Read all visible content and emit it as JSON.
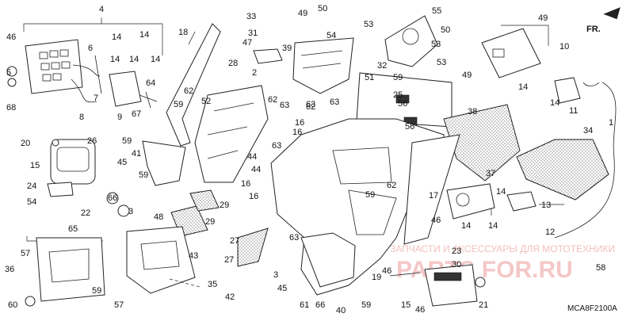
{
  "diagram": {
    "code": "MCA8F2100A",
    "direction_label": "FR.",
    "watermark_text": "ЗАПЧАСТИ И АКСЕССУАРЫ ДЛЯ МОТОТЕХНИКИ",
    "watermark_logo": "PARTS FOR.RU",
    "callouts": [
      {
        "id": "c1",
        "text": "46"
      },
      {
        "id": "c2",
        "text": "4"
      },
      {
        "id": "c3",
        "text": "18"
      },
      {
        "id": "c4",
        "text": "33"
      },
      {
        "id": "c5",
        "text": "49"
      },
      {
        "id": "c6",
        "text": "50"
      },
      {
        "id": "c7",
        "text": "53"
      },
      {
        "id": "c8",
        "text": "55"
      },
      {
        "id": "c9",
        "text": "49"
      },
      {
        "id": "c10",
        "text": "14"
      },
      {
        "id": "c11",
        "text": "14"
      },
      {
        "id": "c12",
        "text": "6"
      },
      {
        "id": "c13",
        "text": "14"
      },
      {
        "id": "c14",
        "text": "14"
      },
      {
        "id": "c15",
        "text": "14"
      },
      {
        "id": "c16",
        "text": "31"
      },
      {
        "id": "c17",
        "text": "47"
      },
      {
        "id": "c18",
        "text": "39"
      },
      {
        "id": "c19",
        "text": "54"
      },
      {
        "id": "c20",
        "text": "50"
      },
      {
        "id": "c21",
        "text": "53"
      },
      {
        "id": "c22",
        "text": "10"
      },
      {
        "id": "c23",
        "text": "5"
      },
      {
        "id": "c24",
        "text": "68"
      },
      {
        "id": "c25",
        "text": "7"
      },
      {
        "id": "c26",
        "text": "64"
      },
      {
        "id": "c27",
        "text": "28"
      },
      {
        "id": "c28",
        "text": "2"
      },
      {
        "id": "c29",
        "text": "51"
      },
      {
        "id": "c30",
        "text": "32"
      },
      {
        "id": "c31",
        "text": "59"
      },
      {
        "id": "c32",
        "text": "53"
      },
      {
        "id": "c33",
        "text": "49"
      },
      {
        "id": "c34",
        "text": "8"
      },
      {
        "id": "c35",
        "text": "9"
      },
      {
        "id": "c36",
        "text": "67"
      },
      {
        "id": "c37",
        "text": "62"
      },
      {
        "id": "c38",
        "text": "52"
      },
      {
        "id": "c39",
        "text": "62"
      },
      {
        "id": "c40",
        "text": "63"
      },
      {
        "id": "c41",
        "text": "25"
      },
      {
        "id": "c42",
        "text": "14"
      },
      {
        "id": "c43",
        "text": "14"
      },
      {
        "id": "c44",
        "text": "11"
      },
      {
        "id": "c45",
        "text": "59"
      },
      {
        "id": "c46",
        "text": "56"
      },
      {
        "id": "c47",
        "text": "38"
      },
      {
        "id": "c48",
        "text": "16"
      },
      {
        "id": "c49",
        "text": "16"
      },
      {
        "id": "c50",
        "text": "63"
      },
      {
        "id": "c51",
        "text": "62"
      },
      {
        "id": "c52",
        "text": "63"
      },
      {
        "id": "c53",
        "text": "56"
      },
      {
        "id": "c54",
        "text": "1"
      },
      {
        "id": "c55",
        "text": "20"
      },
      {
        "id": "c56",
        "text": "26"
      },
      {
        "id": "c57",
        "text": "59"
      },
      {
        "id": "c58",
        "text": "41"
      },
      {
        "id": "c59",
        "text": "44"
      },
      {
        "id": "c60",
        "text": "44"
      },
      {
        "id": "c61",
        "text": "34"
      },
      {
        "id": "c62",
        "text": "15"
      },
      {
        "id": "c63",
        "text": "45"
      },
      {
        "id": "c64",
        "text": "59"
      },
      {
        "id": "c65",
        "text": "63"
      },
      {
        "id": "c66",
        "text": "16"
      },
      {
        "id": "c67",
        "text": "37"
      },
      {
        "id": "c68",
        "text": "24"
      },
      {
        "id": "c69",
        "text": "66"
      },
      {
        "id": "c70",
        "text": "3"
      },
      {
        "id": "c71",
        "text": "16"
      },
      {
        "id": "c72",
        "text": "62"
      },
      {
        "id": "c73",
        "text": "54"
      },
      {
        "id": "c74",
        "text": "22"
      },
      {
        "id": "c75",
        "text": "29"
      },
      {
        "id": "c76",
        "text": "59"
      },
      {
        "id": "c77",
        "text": "17"
      },
      {
        "id": "c78",
        "text": "14"
      },
      {
        "id": "c79",
        "text": "65"
      },
      {
        "id": "c80",
        "text": "48"
      },
      {
        "id": "c81",
        "text": "29"
      },
      {
        "id": "c82",
        "text": "13"
      },
      {
        "id": "c83",
        "text": "46"
      },
      {
        "id": "c84",
        "text": "14"
      },
      {
        "id": "c85",
        "text": "14"
      },
      {
        "id": "c86",
        "text": "12"
      },
      {
        "id": "c87",
        "text": "63"
      },
      {
        "id": "c88",
        "text": "57"
      },
      {
        "id": "c89",
        "text": "43"
      },
      {
        "id": "c90",
        "text": "27"
      },
      {
        "id": "c91",
        "text": "27"
      },
      {
        "id": "c92",
        "text": "36"
      },
      {
        "id": "c93",
        "text": "3"
      },
      {
        "id": "c94",
        "text": "46"
      },
      {
        "id": "c95",
        "text": "23"
      },
      {
        "id": "c96",
        "text": "30"
      },
      {
        "id": "c97",
        "text": "58"
      },
      {
        "id": "c98",
        "text": "35"
      },
      {
        "id": "c99",
        "text": "45"
      },
      {
        "id": "c100",
        "text": "59"
      },
      {
        "id": "c101",
        "text": "19"
      },
      {
        "id": "c102",
        "text": "57"
      },
      {
        "id": "c103",
        "text": "42"
      },
      {
        "id": "c104",
        "text": "61"
      },
      {
        "id": "c105",
        "text": "66"
      },
      {
        "id": "c106",
        "text": "59"
      },
      {
        "id": "c107",
        "text": "15"
      },
      {
        "id": "c108",
        "text": "21"
      },
      {
        "id": "c109",
        "text": "60"
      },
      {
        "id": "c110",
        "text": "40"
      },
      {
        "id": "c111",
        "text": "46"
      }
    ]
  }
}
